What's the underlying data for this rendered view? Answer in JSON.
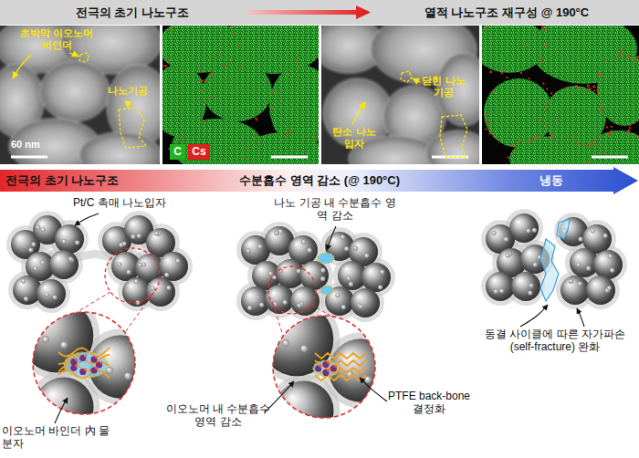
{
  "diagram": {
    "nodes": [
      {
        "text": [
          "전극의 초기 나노구조",
          "열적 나노구조 재구성 @ 190°C"
        ]
      },
      {
        "text": [
          "전극의 초기 나노구조",
          "수분흡수 영역 감소 (@ 190°C)",
          "냉동"
        ]
      }
    ],
    "labels": [
      "초박막 이오노머 바인더",
      "나노기공",
      "60 nm",
      "닫힌 나노기공",
      "탄소 나노입자",
      "Pt/C 촉매 나노입자",
      "나노 기공 내 수분흡수 영역 감소",
      "이오노머 내 수분흡수 영역 감소",
      "PTFE back-bone 결정화",
      "동결 사이클에 따른 자가파손(self-fracture) 완화",
      "이오노머 바인더 內 물 분자"
    ],
    "legend": [
      {
        "text": "C",
        "color": "#22b422"
      },
      {
        "text": "Cs",
        "color": "#e02020"
      }
    ]
  }
}
